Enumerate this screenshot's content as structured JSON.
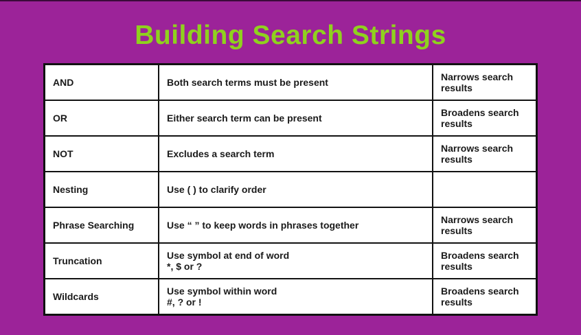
{
  "title": "Building Search Strings",
  "colors": {
    "background": "#9c2399",
    "title": "#8fd11e"
  },
  "rows": [
    {
      "term": "AND",
      "description": [
        "Both search terms must be present"
      ],
      "effect": [
        "Narrows search",
        "results"
      ]
    },
    {
      "term": "OR",
      "description": [
        "Either search term can be present"
      ],
      "effect": [
        "Broadens search",
        "results"
      ]
    },
    {
      "term": "NOT",
      "description": [
        "Excludes a search term"
      ],
      "effect": [
        "Narrows search",
        "results"
      ]
    },
    {
      "term": "Nesting",
      "description": [
        "Use (  ) to clarify order"
      ],
      "effect": []
    },
    {
      "term": "Phrase Searching",
      "description": [
        "Use “  ” to keep words in phrases together"
      ],
      "effect": [
        "Narrows search",
        "results"
      ]
    },
    {
      "term": "Truncation",
      "description": [
        "Use symbol at end of word",
        "*, $ or ?"
      ],
      "effect": [
        "Broadens search",
        "results"
      ]
    },
    {
      "term": "Wildcards",
      "description": [
        "Use symbol within word",
        "#, ? or !"
      ],
      "effect": [
        "Broadens search",
        "results"
      ]
    }
  ]
}
